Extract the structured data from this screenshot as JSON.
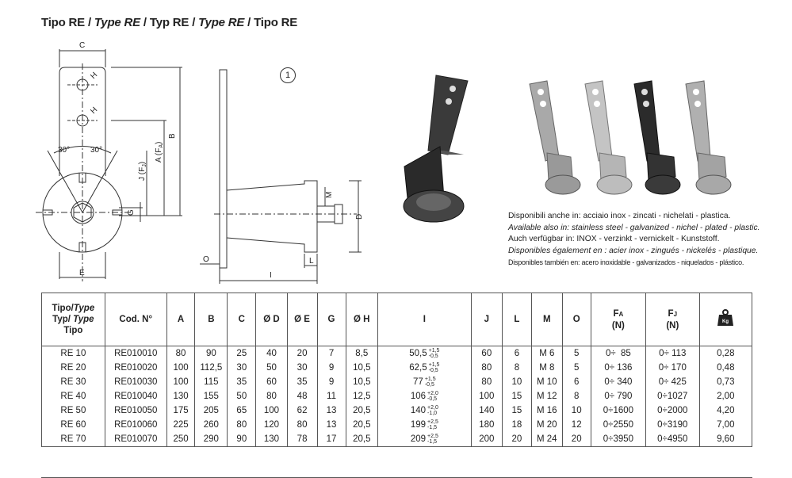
{
  "title": {
    "p1": "Tipo RE / ",
    "p2": "Type RE",
    "p3": " / Typ RE / ",
    "p4": "Type RE",
    "p5": " / Tipo RE"
  },
  "drawing": {
    "labels": {
      "c": "C",
      "b": "B",
      "a": "A (F",
      "a_sub": "A",
      "j": "J (F",
      "j_sub": "J",
      "h1": "H",
      "h2": "H",
      "angle1": "30°",
      "angle2": "30°",
      "g": "G",
      "e": "E",
      "m": "M",
      "d": "D",
      "o": "O",
      "l": "L",
      "i": "I",
      "detail": "1"
    }
  },
  "availability": [
    "Disponibili anche in: acciaio inox - zincati - nichelati - plastica.",
    "Available also in: stainless steel - galvanized - nichel - plated - plastic.",
    "Auch verfügbar in: INOX - verzinkt - vernickelt - Kunststoff.",
    "Disponibles également en : acier inox - zingués - nickelés - plastique.",
    "Disponibles también en: acero inoxidable - galvanizados - niquelados - plástico."
  ],
  "table": {
    "headers": {
      "tipo_l1a": "Tipo/",
      "tipo_l1b": "Type",
      "tipo_l2a": "Typ/ ",
      "tipo_l2b": "Type",
      "tipo_l3": "Tipo",
      "cod": "Cod. N°",
      "a": "A",
      "b": "B",
      "c": "C",
      "d": "Ø D",
      "e": "Ø E",
      "g": "G",
      "h": "Ø H",
      "i": "I",
      "j": "J",
      "l": "L",
      "m": "M",
      "o": "O",
      "fa": "F",
      "fa_sub": "A",
      "fa_unit": "(N)",
      "fj": "F",
      "fj_sub": "J",
      "fj_unit": "(N)",
      "weight_icon": "weight-kg-icon",
      "weight_text": "Kg"
    },
    "rows": [
      {
        "tipo": "RE 10",
        "cod": "RE010010",
        "a": "80",
        "b": "90",
        "c": "25",
        "d": "40",
        "e": "20",
        "g": "7",
        "h": "8,5",
        "i": "50,5",
        "i_plus": "+1,5",
        "i_minus": "-0,5",
        "j": "60",
        "l": "6",
        "m": "M 6",
        "o": "5",
        "fa": "0÷  85",
        "fj": "0÷ 113",
        "kg": "0,28"
      },
      {
        "tipo": "RE 20",
        "cod": "RE010020",
        "a": "100",
        "b": "112,5",
        "c": "30",
        "d": "50",
        "e": "30",
        "g": "9",
        "h": "10,5",
        "i": "62,5",
        "i_plus": "+1,5",
        "i_minus": "-0,5",
        "j": "80",
        "l": "8",
        "m": "M 8",
        "o": "5",
        "fa": "0÷ 136",
        "fj": "0÷ 170",
        "kg": "0,48"
      },
      {
        "tipo": "RE 30",
        "cod": "RE010030",
        "a": "100",
        "b": "115",
        "c": "35",
        "d": "60",
        "e": "35",
        "g": "9",
        "h": "10,5",
        "i": "77",
        "i_plus": "+1,5",
        "i_minus": "-0,5",
        "j": "80",
        "l": "10",
        "m": "M 10",
        "o": "6",
        "fa": "0÷ 340",
        "fj": "0÷ 425",
        "kg": "0,73"
      },
      {
        "tipo": "RE 40",
        "cod": "RE010040",
        "a": "130",
        "b": "155",
        "c": "50",
        "d": "80",
        "e": "48",
        "g": "11",
        "h": "12,5",
        "i": "106",
        "i_plus": "+2,0",
        "i_minus": "-0,5",
        "j": "100",
        "l": "15",
        "m": "M 12",
        "o": "8",
        "fa": "0÷ 790",
        "fj": "0÷1027",
        "kg": "2,00"
      },
      {
        "tipo": "RE 50",
        "cod": "RE010050",
        "a": "175",
        "b": "205",
        "c": "65",
        "d": "100",
        "e": "62",
        "g": "13",
        "h": "20,5",
        "i": "140",
        "i_plus": "+2,0",
        "i_minus": "-1,0",
        "j": "140",
        "l": "15",
        "m": "M 16",
        "o": "10",
        "fa": "0÷1600",
        "fj": "0÷2000",
        "kg": "4,20"
      },
      {
        "tipo": "RE 60",
        "cod": "RE010060",
        "a": "225",
        "b": "260",
        "c": "80",
        "d": "120",
        "e": "80",
        "g": "13",
        "h": "20,5",
        "i": "199",
        "i_plus": "+2,5",
        "i_minus": "-1,5",
        "j": "180",
        "l": "18",
        "m": "M 20",
        "o": "12",
        "fa": "0÷2550",
        "fj": "0÷3190",
        "kg": "7,00"
      },
      {
        "tipo": "RE 70",
        "cod": "RE010070",
        "a": "250",
        "b": "290",
        "c": "90",
        "d": "130",
        "e": "78",
        "g": "17",
        "h": "20,5",
        "i": "209",
        "i_plus": "+2,5",
        "i_minus": "-1,5",
        "j": "200",
        "l": "20",
        "m": "M 24",
        "o": "20",
        "fa": "0÷3950",
        "fj": "0÷4950",
        "kg": "9,60"
      }
    ]
  }
}
